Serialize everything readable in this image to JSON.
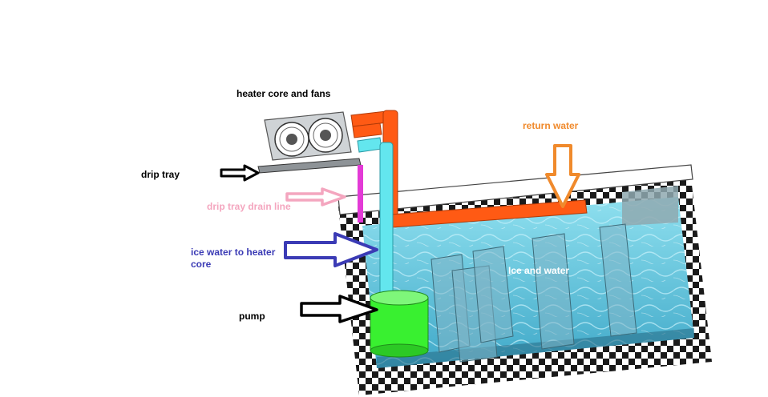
{
  "labels": {
    "heater": "heater core and fans",
    "drip_tray": "drip tray",
    "drain_line": "drip tray drain line",
    "ice_water_line1": "ice water to heater",
    "ice_water_line2": "core",
    "pump": "pump",
    "return_water": "return water",
    "ice_and_water": "Ice and water"
  },
  "colors": {
    "return_pipe": "#ff5a14",
    "supply_pipe": "#63e6ee",
    "drain_line": "#e33ad6",
    "pump": "#39f030",
    "water": "#58c6dc",
    "arrow_black": "#000000",
    "arrow_pink": "#f4a6bf",
    "arrow_blue": "#3b3bb5",
    "arrow_orange": "#f08a2c"
  }
}
